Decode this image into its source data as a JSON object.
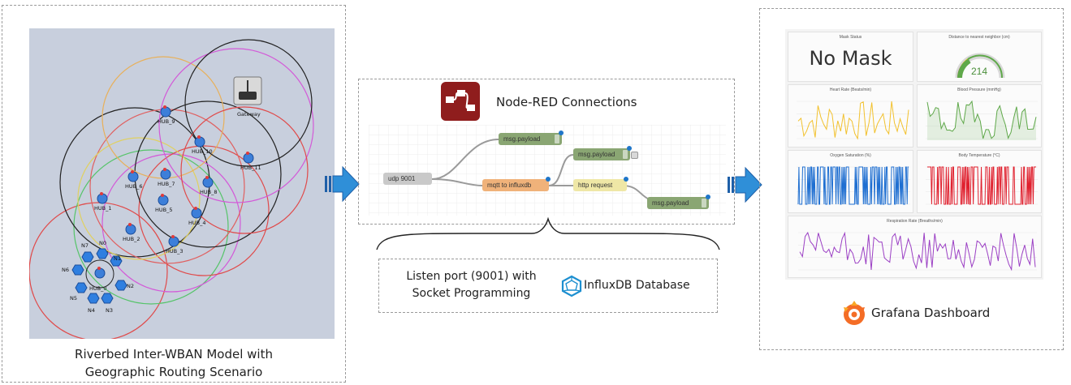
{
  "left": {
    "caption_line1": "Riverbed Inter-WBAN Model with",
    "caption_line2": "Geographic Routing Scenario",
    "gateway_label": "Gateway",
    "hubs": [
      "HUB_9",
      "HUB_10",
      "HUB_11",
      "HUB_7",
      "HUB_6",
      "HUB_8",
      "HUB_1",
      "HUB_5",
      "HUB_4",
      "HUB_2",
      "HUB_3",
      "HUB_0"
    ],
    "wban_nodes": [
      "N7",
      "N0",
      "N1",
      "N6",
      "N2",
      "N5",
      "N4",
      "N3"
    ]
  },
  "middle": {
    "title": "Node-RED Connections",
    "nodes": {
      "udp": "udp 9001",
      "mqtt": "mqtt to influxdb",
      "debug1": "msg.payload",
      "debug2": "msg.payload",
      "http": "http request",
      "debug3": "msg.payload"
    },
    "listen_line1": "Listen port (9001) with",
    "listen_line2": "Socket Programming",
    "influx_label": "InfluxDB Database"
  },
  "right": {
    "caption": "Grafana Dashboard",
    "panels": {
      "mask_title": "Mask Status",
      "mask_value": "No Mask",
      "distance_title": "Distance to nearest neighbor (cm)",
      "distance_value": "214",
      "hr_title": "Heart Rate (Beats/min)",
      "bp_title": "Blood Pressure (mmHg)",
      "o2_title": "Oxygen Saturation (%)",
      "temp_title": "Body Temperature (°C)",
      "resp_title": "Respiration Rate (Breaths/min)"
    }
  },
  "colors": {
    "nodered_red": "#8f1d1d",
    "arrow_blue": "#2f8fd8",
    "hub_blue": "#3d7fd9",
    "grafana_orange": "#f05a28",
    "hr_yellow": "#f2c12e",
    "bp_green": "#5fa84a",
    "o2_blue": "#1f6fd1",
    "temp_red": "#e0202e",
    "resp_purple": "#9b3fc4"
  }
}
